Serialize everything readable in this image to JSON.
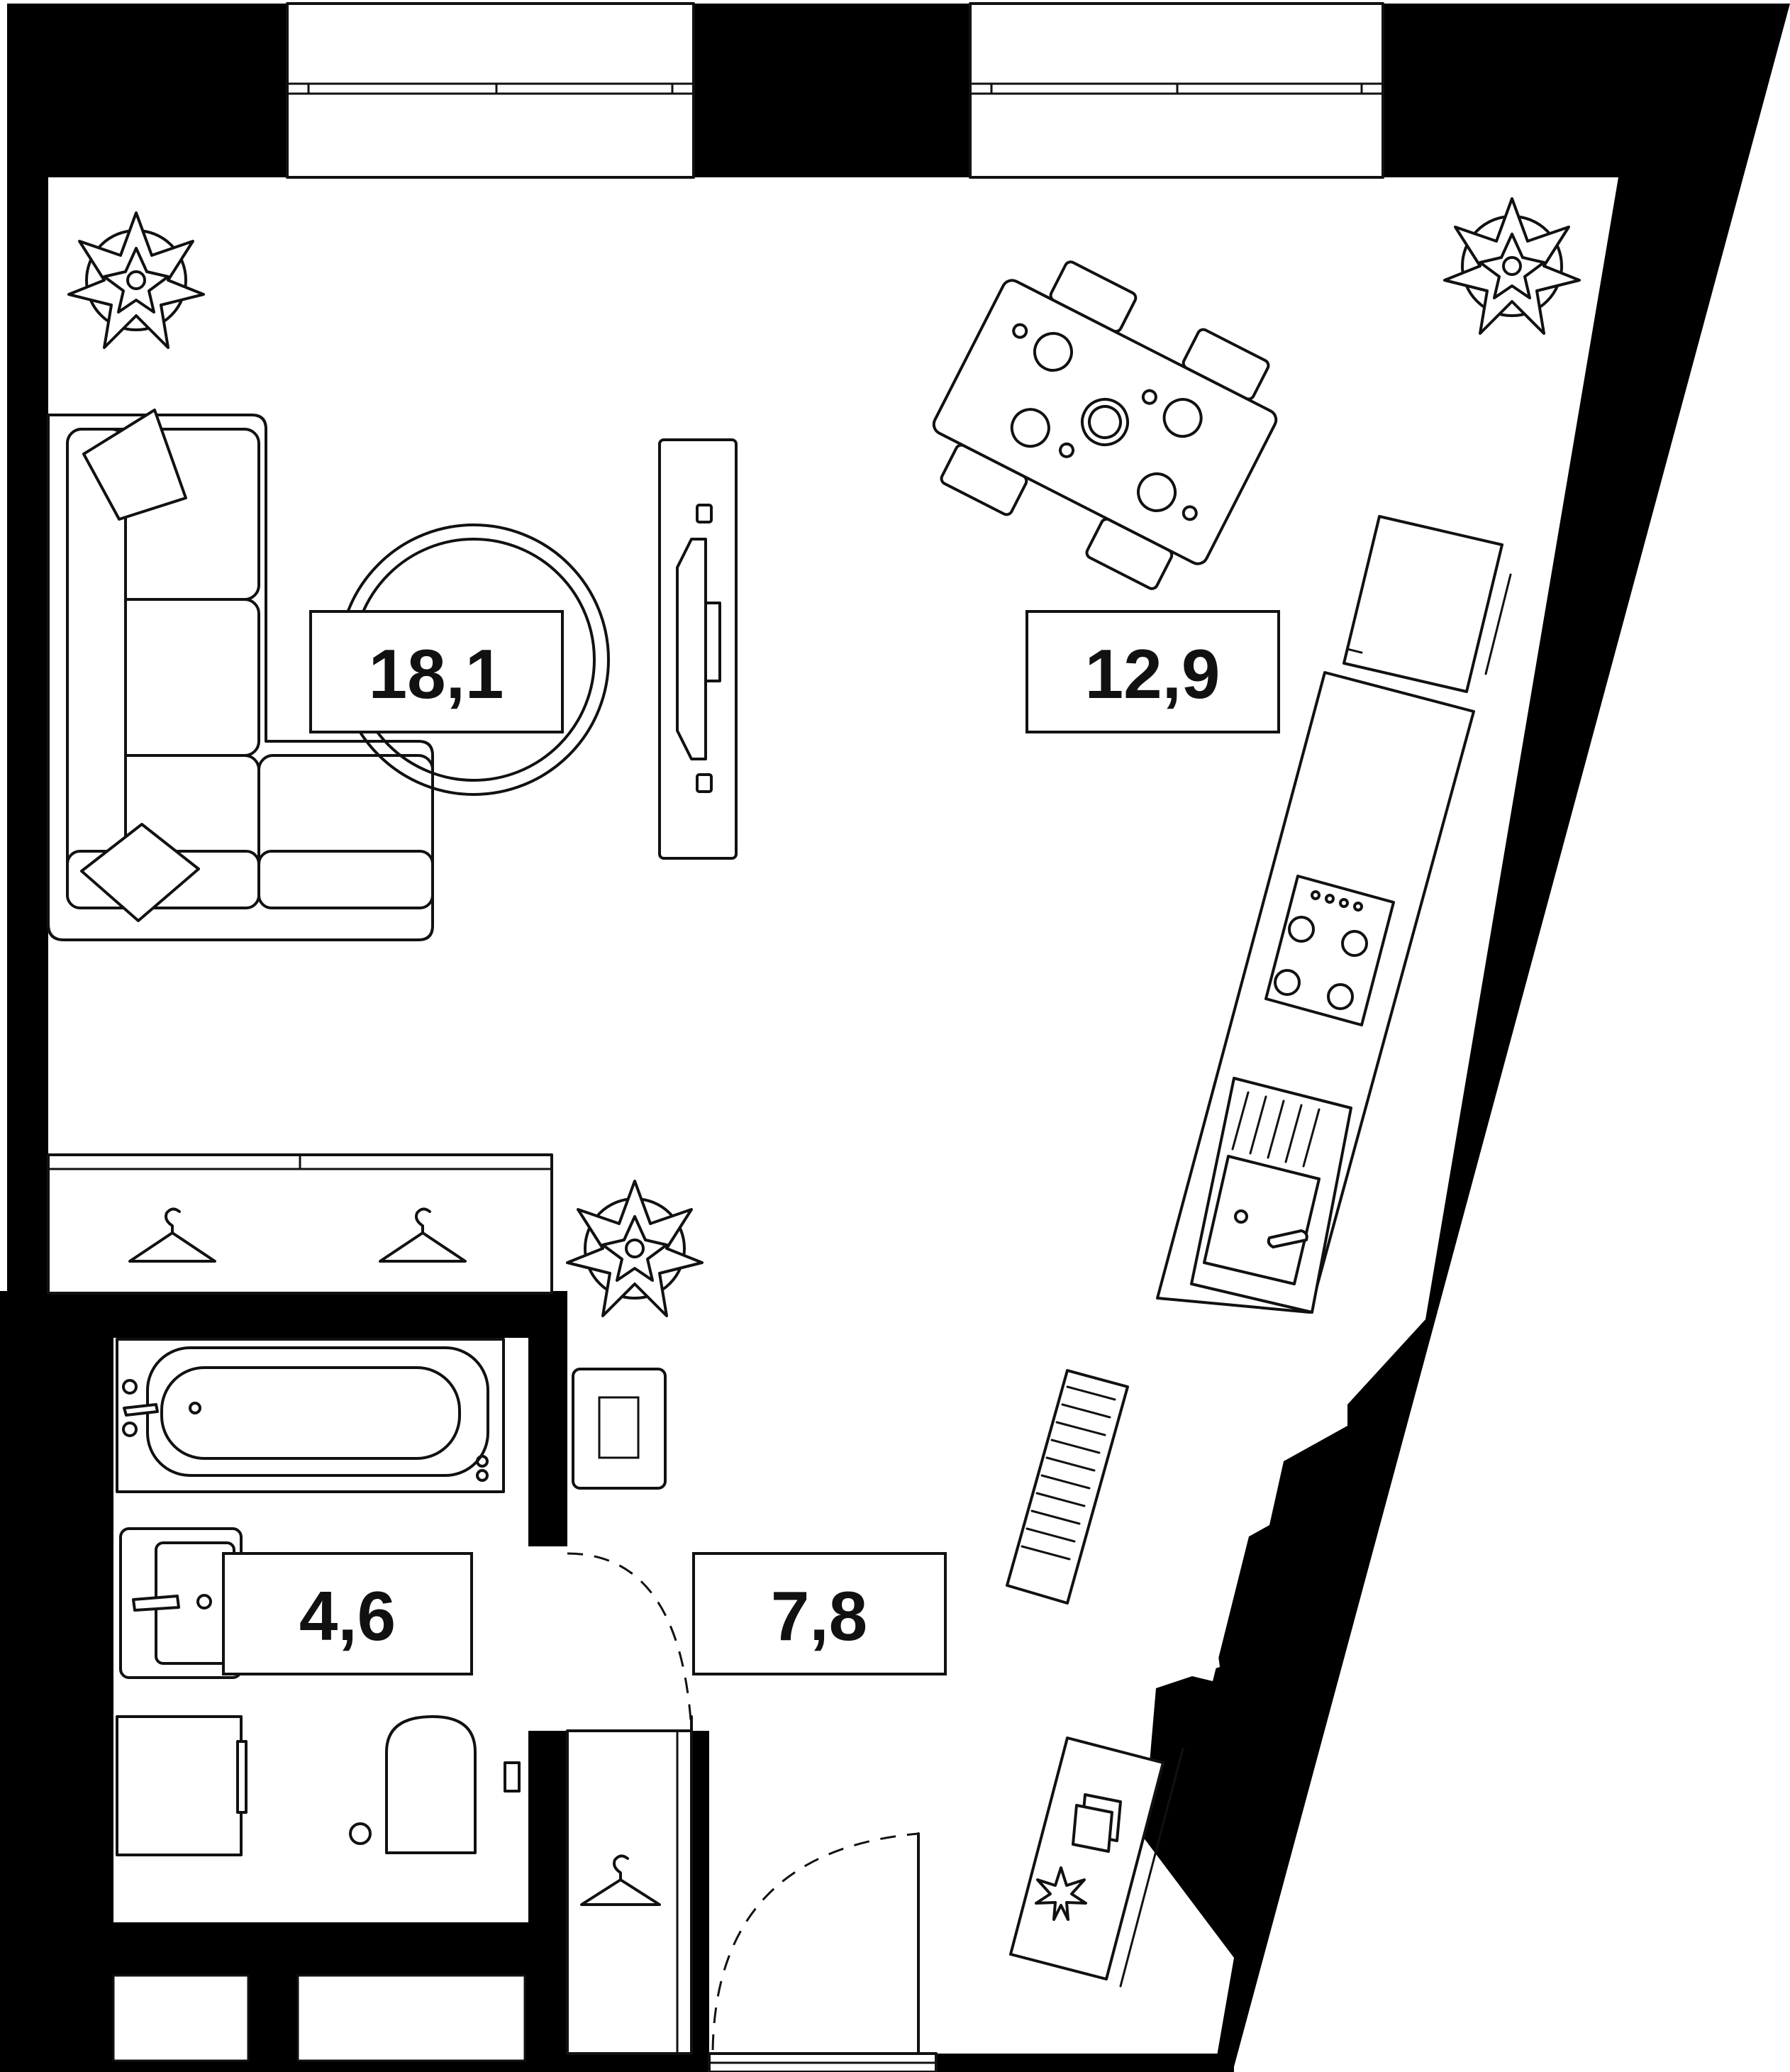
{
  "colors": {
    "wall": "#000000",
    "line": "#111111",
    "background": "#ffffff"
  },
  "rooms": [
    {
      "id": "living",
      "area": "18,1"
    },
    {
      "id": "kitchen",
      "area": "12,9"
    },
    {
      "id": "bathroom",
      "area": "4,6"
    },
    {
      "id": "hallway",
      "area": "7,8"
    }
  ],
  "icons": [
    "plant-icon",
    "sofa-icon",
    "rug-icon",
    "tv-icon",
    "dining-table-icon",
    "fridge-icon",
    "stove-icon",
    "sink-icon",
    "wardrobe-icon",
    "hanger-icon",
    "bathtub-icon",
    "washbasin-icon",
    "toilet-icon",
    "washing-machine-icon",
    "radiator-icon",
    "door-icon",
    "window-icon"
  ]
}
